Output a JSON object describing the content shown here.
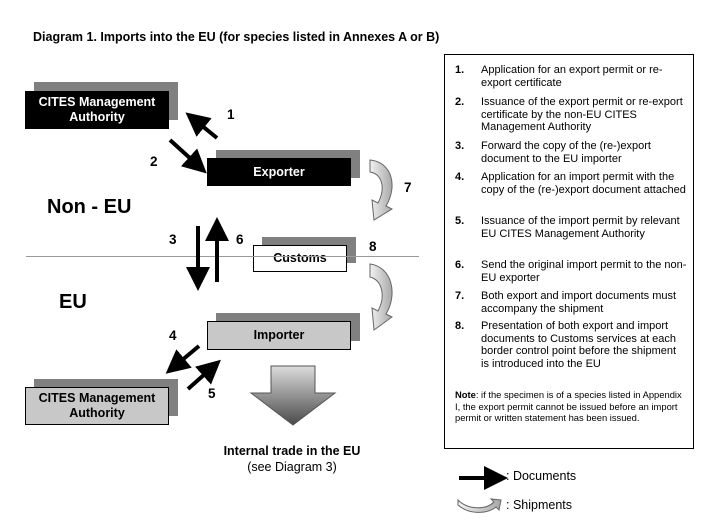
{
  "title": "Diagram 1. Imports into the EU (for species listed in Annexes  A or B)",
  "nodes": {
    "authority_top": "CITES Management Authority",
    "exporter": "Exporter",
    "customs": "Customs",
    "importer": "Importer",
    "authority_bottom": "CITES Management Authority"
  },
  "regions": {
    "non_eu": "Non - EU",
    "eu": "EU"
  },
  "step_markers": [
    "1",
    "2",
    "3",
    "6",
    "7",
    "8",
    "4",
    "5"
  ],
  "internal_trade": {
    "title": "Internal trade in the EU",
    "subtitle": "(see Diagram 3)"
  },
  "steps": [
    {
      "n": "1.",
      "text": "Application for an export permit or re-export certificate"
    },
    {
      "n": "2.",
      "text": "Issuance of the export permit or re-export certificate by the non-EU CITES Management Authority"
    },
    {
      "n": "3.",
      "text": "Forward the copy of the (re-)export document to the EU importer"
    },
    {
      "n": "4.",
      "text": "Application for an import permit with the copy of the (re-)export document attached"
    },
    {
      "n": "5.",
      "text": "Issuance of the import permit by relevant EU CITES Management Authority"
    },
    {
      "n": "6.",
      "text": "Send the original import permit to the non-EU exporter"
    },
    {
      "n": "7.",
      "text": "Both export and import documents must accompany the shipment"
    },
    {
      "n": "8.",
      "text": "Presentation of both export and import documents to Customs services at each border control point before the shipment is introduced into the EU"
    }
  ],
  "note": {
    "label": "Note",
    "text": ": if the specimen is of a species listed in Appendix I, the export permit cannot be issued before an import permit or written statement has been issued."
  },
  "legend": {
    "documents": ": Documents",
    "shipments": ": Shipments"
  },
  "icons": {
    "documents": "black-arrow-icon",
    "shipments": "curved-arrow-icon"
  }
}
